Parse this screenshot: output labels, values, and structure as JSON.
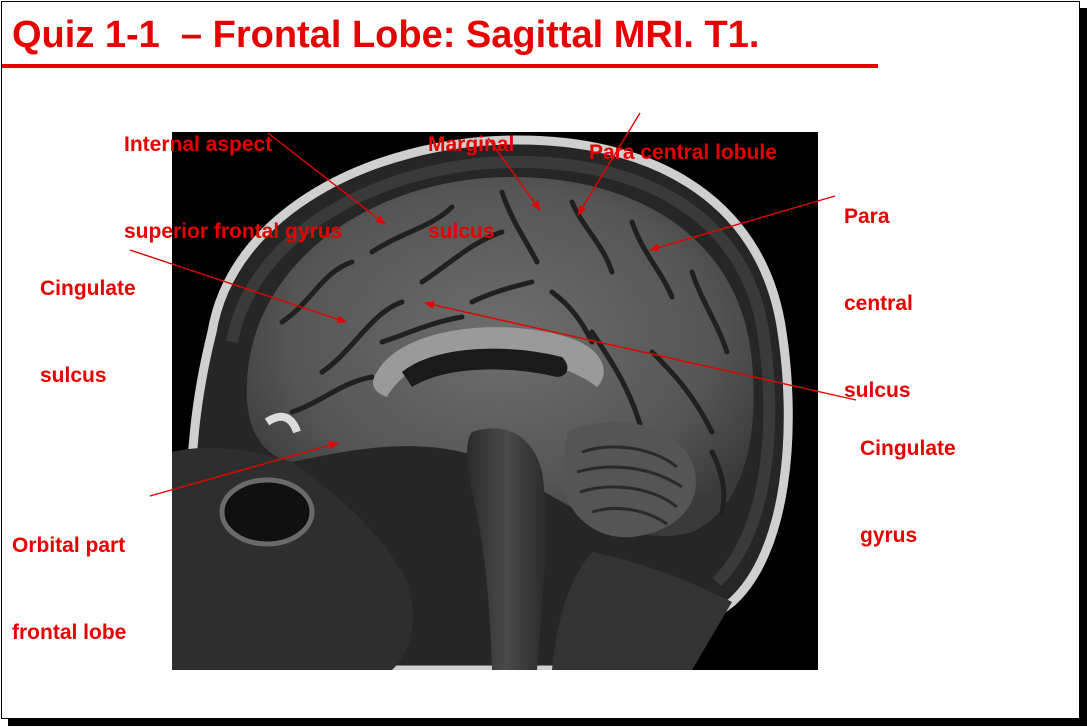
{
  "title": "Quiz 1-1  – Frontal Lobe: Sagittal MRI. T1.",
  "accent_color": "#e60000",
  "image": {
    "content": "sagittal T1 MRI brain scan"
  },
  "labels": {
    "internal_aspect": {
      "line1": "Internal aspect",
      "line2": "superior frontal gyrus"
    },
    "marginal": {
      "line1": "Marginal",
      "line2": "sulcus"
    },
    "paracentral_lobule": {
      "line1": "Para central lobule"
    },
    "paracentral_sulcus": {
      "line1": "Para",
      "line2": "central",
      "line3": "sulcus"
    },
    "cingulate_sulcus": {
      "line1": "Cingulate",
      "line2": "sulcus"
    },
    "cingulate_gyrus": {
      "line1": "Cingulate",
      "line2": "gyrus"
    },
    "orbital": {
      "line1": "Orbital part",
      "line2": "frontal lobe"
    }
  }
}
